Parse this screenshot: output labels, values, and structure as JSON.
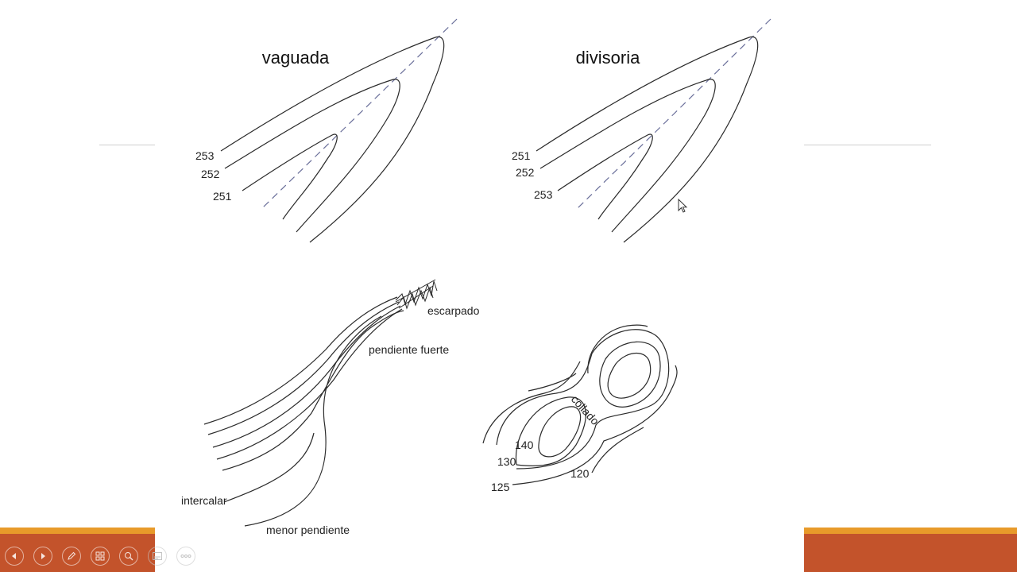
{
  "titles": {
    "left": "vaguada",
    "right": "divisoria"
  },
  "vaguada_labels": [
    "253",
    "252",
    "251"
  ],
  "divisoria_labels": [
    "251",
    "252",
    "253"
  ],
  "slope_labels": {
    "escarpado": "escarpado",
    "pendiente_fuerte": "pendiente fuerte",
    "intercalar": "intercalar",
    "menor_pendiente": "menor pendiente"
  },
  "collado_labels": {
    "collado": "collado",
    "c140": "140",
    "c130": "130",
    "c125": "125",
    "c120": "120"
  },
  "toolbar": {
    "icons": [
      "previous-icon",
      "next-icon",
      "pen-icon",
      "slides-icon",
      "zoom-icon",
      "subtitles-icon",
      "more-icon"
    ]
  },
  "colors": {
    "accent_orange": "#e89a2a",
    "accent_red": "#c3532b",
    "axis_dash": "#6a6f9a"
  }
}
